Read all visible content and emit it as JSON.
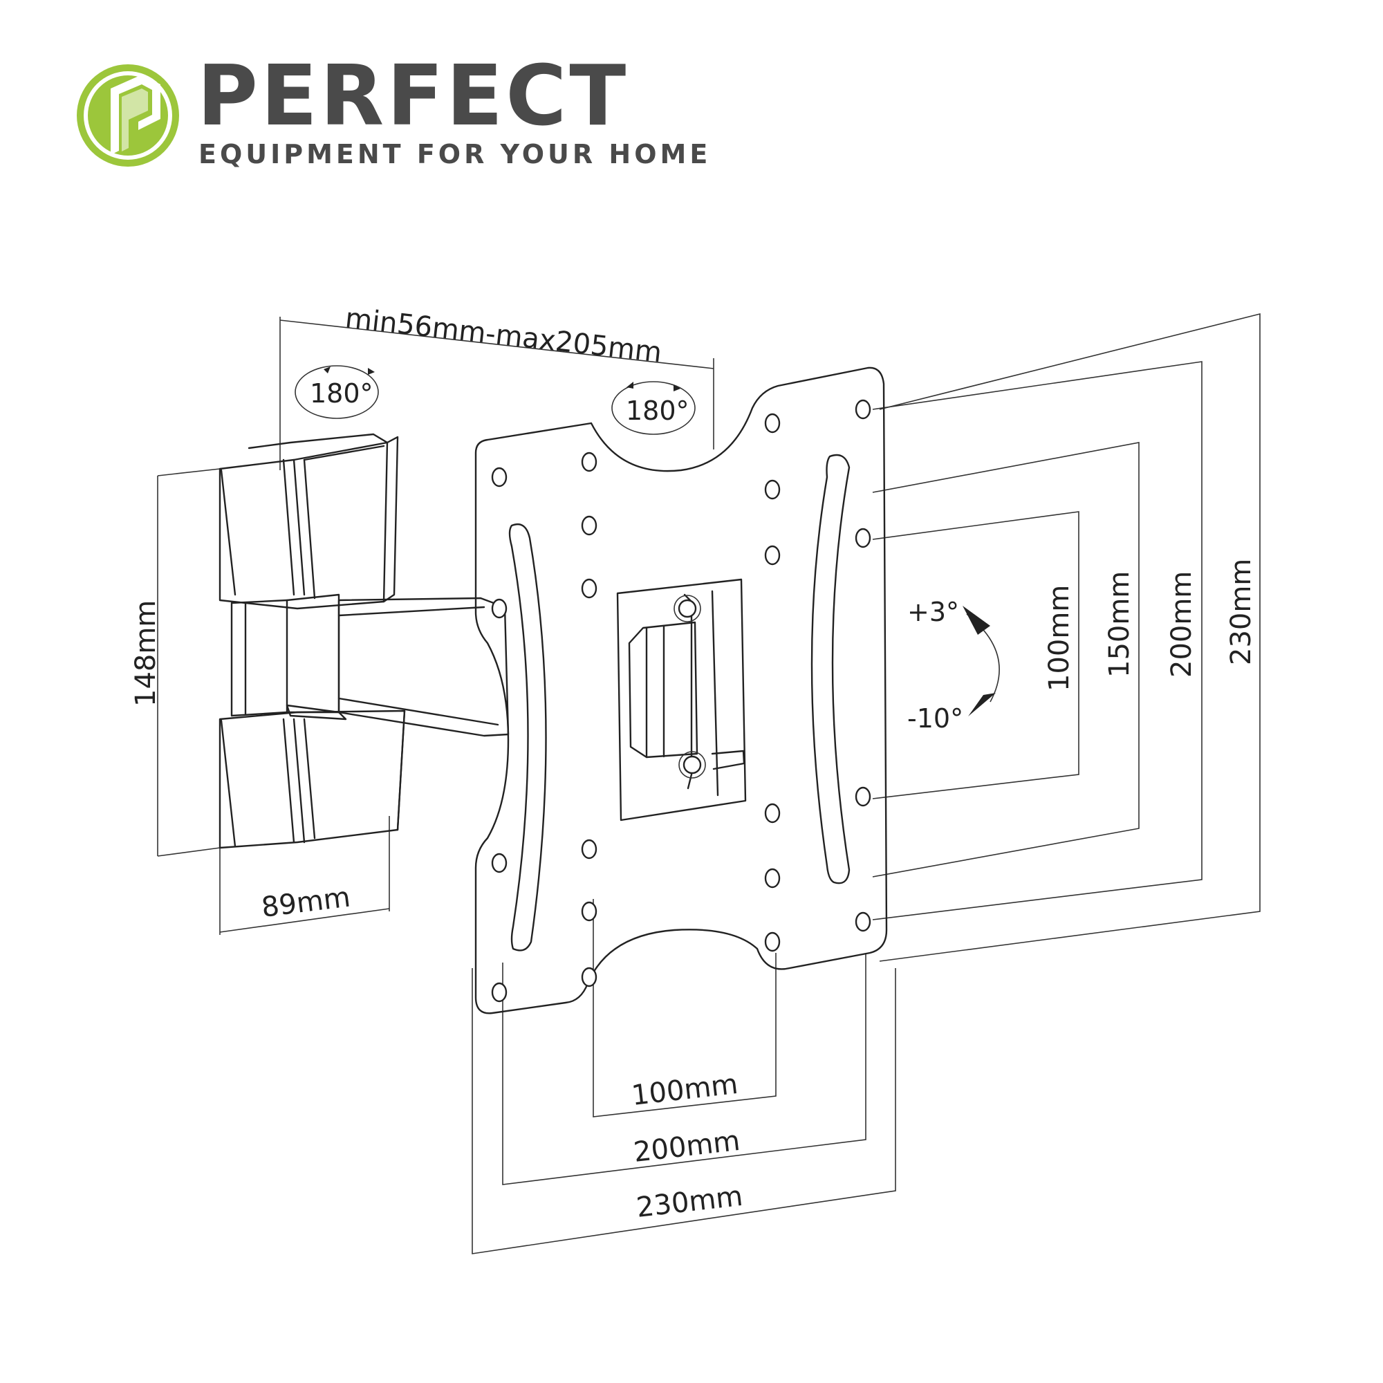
{
  "brand": {
    "name": "PERFECT",
    "tagline": "EQUIPMENT FOR YOUR HOME",
    "logo_icon": "p-cube-logo-icon",
    "colors": {
      "logo_green": "#9cc63b",
      "text_gray": "#4a4a4a",
      "line": "#222222"
    }
  },
  "dimensions": {
    "arm_extension": "min56mm-max205mm",
    "swivel_left": "180°",
    "swivel_right": "180°",
    "wall_plate_height": "148mm",
    "wall_plate_width": "89mm",
    "tilt_up": "+3°",
    "tilt_down": "-10°",
    "vesa_v": [
      "100mm",
      "150mm",
      "200mm",
      "230mm"
    ],
    "vesa_h": [
      "100mm",
      "200mm",
      "230mm"
    ]
  }
}
